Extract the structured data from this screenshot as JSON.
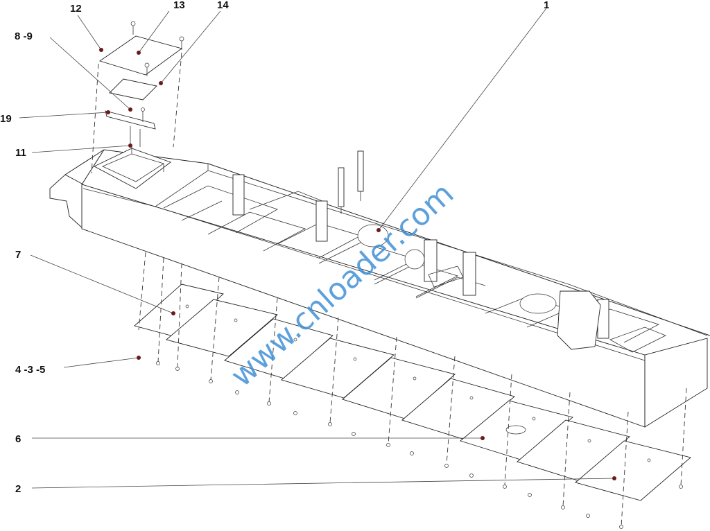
{
  "labels": {
    "l12": "12",
    "l13": "13",
    "l14": "14",
    "l1": "1",
    "l8_9": "8 -9",
    "l19": "19",
    "l11": "11",
    "l7": "7",
    "l4_3_5": "4 -3 -5",
    "l6": "6",
    "l2": "2"
  },
  "watermark": "www.cnloader.com",
  "colors": {
    "leader_dot": "#6b1a1a",
    "watermark": "#3f8fd6",
    "line": "#222222"
  }
}
